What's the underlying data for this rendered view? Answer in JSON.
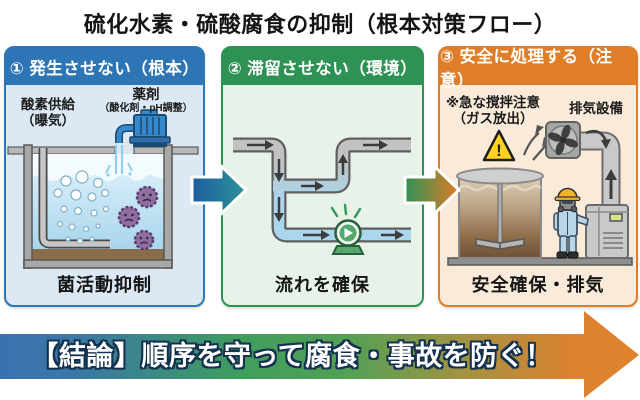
{
  "title": "硫化水素・硫酸腐食の抑制（根本対策フロー）",
  "panels": [
    {
      "header": "① 発生させない（根本）",
      "labels": {
        "oxygen_line1": "酸素供給",
        "oxygen_line2": "（曝気）",
        "chemical_title": "薬剤",
        "chemical_sub": "（酸化剤・pH調整）"
      },
      "caption": "菌活動抑制"
    },
    {
      "header": "② 滞留させない（環境）",
      "caption": "流れを確保"
    },
    {
      "header": "③ 安全に処理する（注意）",
      "labels": {
        "stir_line1": "※急な撹拌注意",
        "stir_line2": "（ガス放出）",
        "exhaust": "排気設備",
        "warning_mark": "!"
      },
      "caption": "安全確保・排気"
    }
  ],
  "conclusion": {
    "text": "【結論】順序を守って腐食・事故を防ぐ！"
  },
  "colors": {
    "step1_accent": "#2e75b6",
    "step2_accent": "#2e9254",
    "step3_accent": "#e07d28",
    "conclusion_gradient": [
      "#3a72b0",
      "#3f9e5c",
      "#e0832c"
    ],
    "warning_yellow": "#ffd21f",
    "water_blue": "#a2d2ea"
  },
  "icons": [
    "aeration-pump-icon",
    "microbe-icon",
    "bubbles-icon",
    "circulation-pump-icon",
    "warning-icon",
    "fan-icon",
    "worker-figure",
    "flow-arrow-icon"
  ]
}
